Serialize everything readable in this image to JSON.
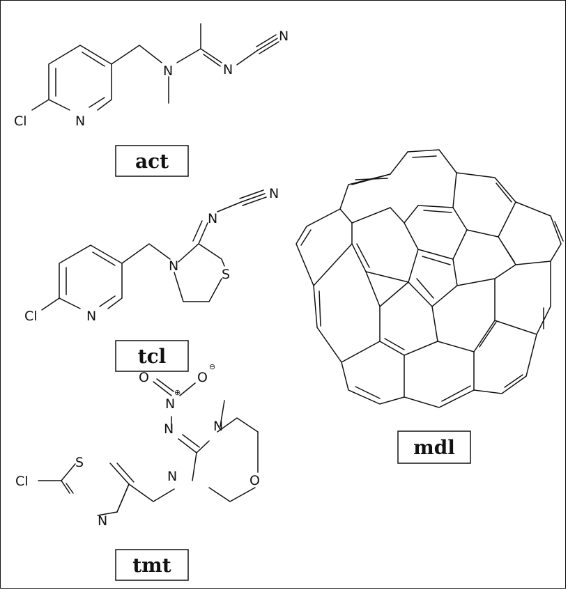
{
  "labels": {
    "act": "act",
    "tcl": "tcl",
    "tmt": "tmt",
    "mdl": "mdl"
  },
  "atoms": {
    "act": {
      "cl": "Cl",
      "n_ring": "N",
      "n_amine": "N",
      "n_imine": "N",
      "n_nitrile": "N"
    },
    "tcl": {
      "cl": "Cl",
      "n_ring": "N",
      "n_amine": "N",
      "s": "S",
      "n_imine": "N",
      "n_nitrile": "N"
    },
    "tmt": {
      "cl": "Cl",
      "s": "S",
      "n_thiazole": "N",
      "n_ring1": "N",
      "n_ring2": "N",
      "n_imine": "N",
      "n_nitro": "N",
      "o_left": "O",
      "o_right": "O",
      "o_ring": "O",
      "plus": "⊕",
      "minus": "⊖"
    }
  }
}
